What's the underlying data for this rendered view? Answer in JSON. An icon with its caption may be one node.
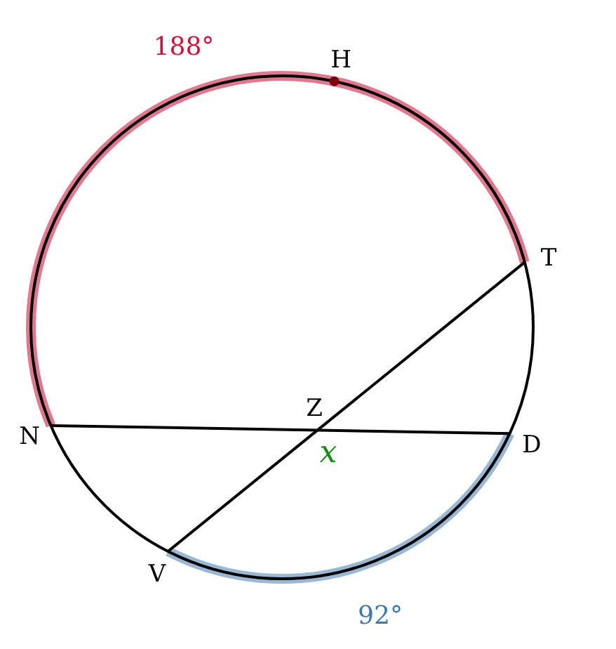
{
  "diagram": {
    "labels": [
      "188°",
      "H",
      "T",
      "Z",
      "N",
      "D",
      "x",
      "V",
      "92°"
    ]
  }
}
